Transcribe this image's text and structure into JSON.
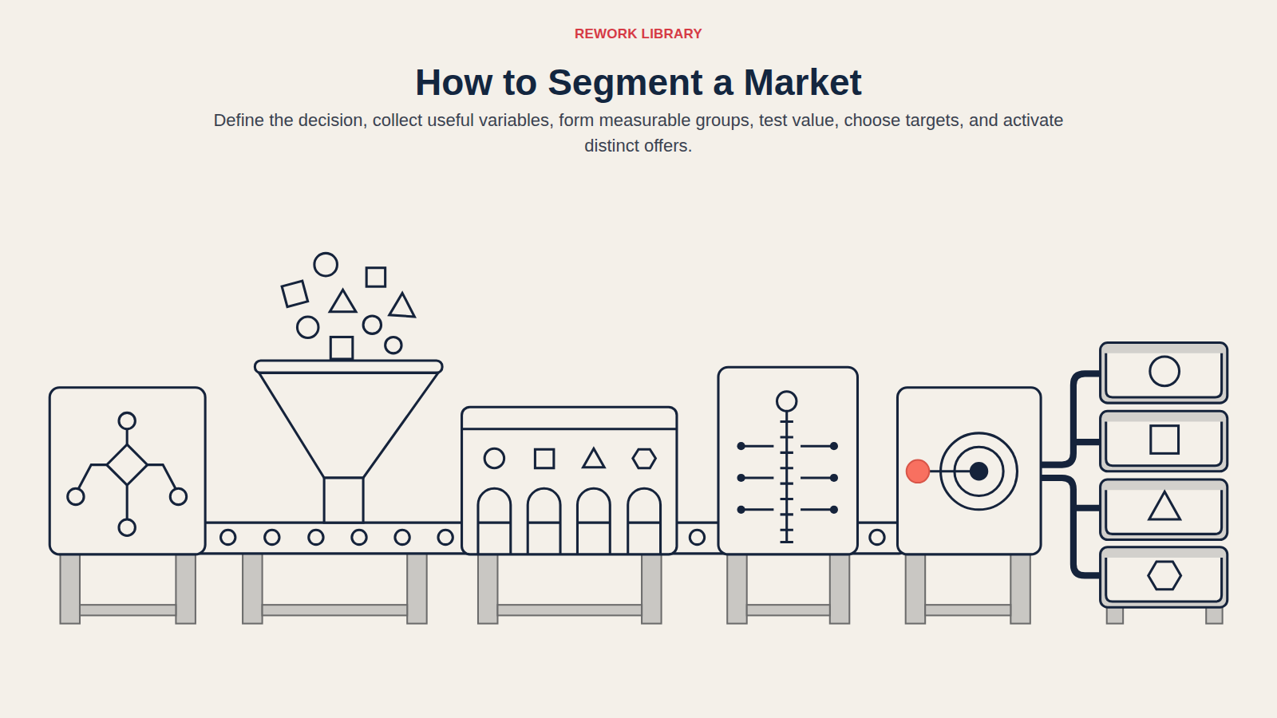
{
  "diagram": {
    "title": "How to Segment a Market",
    "caption": "Define the decision, collect useful variables, form measurable groups, test value, choose targets, and activate distinct offers.",
    "labels": [
      "REWORK LIBRARY"
    ]
  }
}
